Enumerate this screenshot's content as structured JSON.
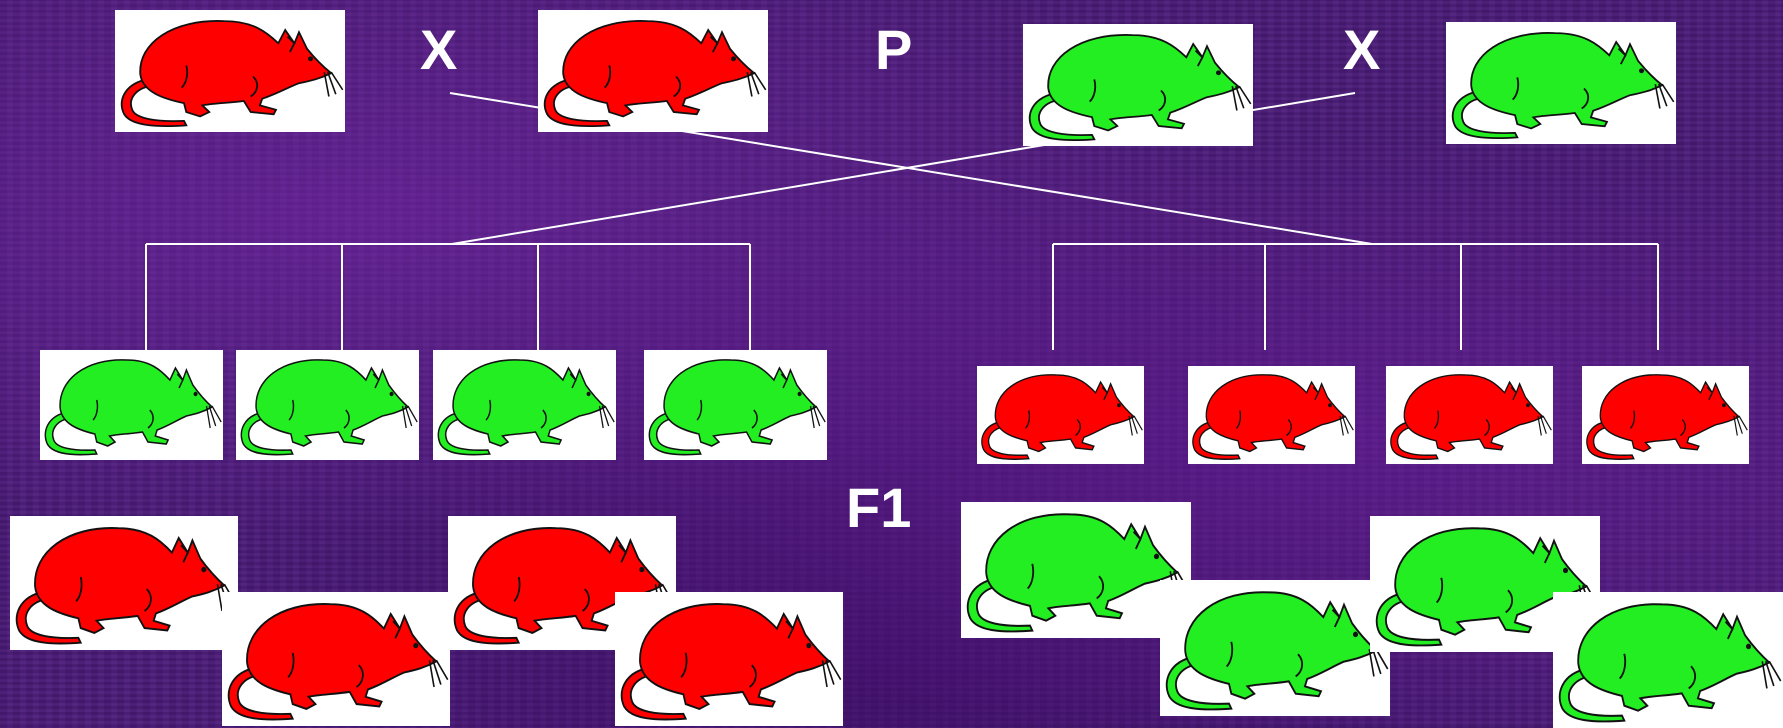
{
  "labels": {
    "cross_left": "X",
    "parental_generation": "P",
    "cross_right": "X",
    "first_filial_generation": "F1"
  },
  "colors": {
    "red_mouse": "#ff0000",
    "green_mouse": "#22ee22",
    "outline": "#111111",
    "background": "#4a1a78",
    "lines": "#ffffff"
  },
  "parents": [
    {
      "id": "p1",
      "color": "red"
    },
    {
      "id": "p2",
      "color": "red"
    },
    {
      "id": "p3",
      "color": "green"
    },
    {
      "id": "p4",
      "color": "green"
    }
  ],
  "offspring_left": [
    "green",
    "green",
    "green",
    "green"
  ],
  "offspring_right": [
    "red",
    "red",
    "red",
    "red"
  ],
  "f1_left_group": [
    "red",
    "red",
    "red",
    "red"
  ],
  "f1_right_group": [
    "green",
    "green",
    "green",
    "green"
  ]
}
